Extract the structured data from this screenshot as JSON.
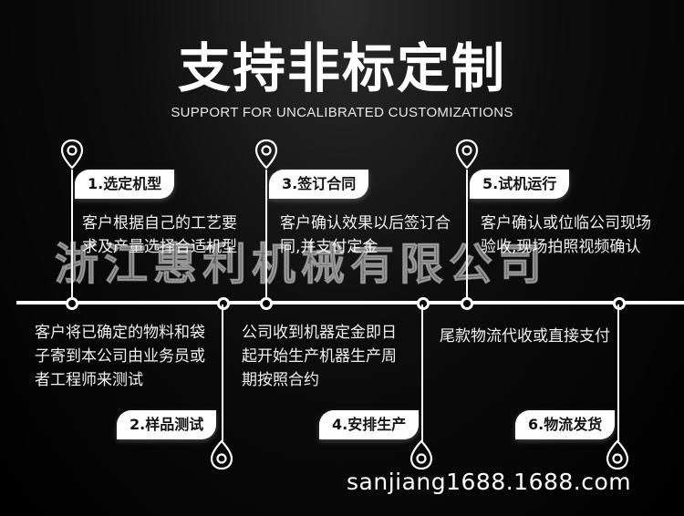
{
  "header": {
    "title": "支持非标定制",
    "subtitle": "SUPPORT FOR UNCALIBRATED CUSTOMIZATIONS"
  },
  "steps_top": [
    {
      "label": "1.选定机型",
      "desc": "客户根据自己的工艺要求及产量选择合适机型"
    },
    {
      "label": "3.签订合同",
      "desc": "客户确认效果以后签订合同,并支付定金"
    },
    {
      "label": "5.试机运行",
      "desc": "客户确认或位临公司现场验收,现场拍照视频确认"
    }
  ],
  "steps_bottom": [
    {
      "label": "2.样品测试",
      "desc": "客户将已确定的物料和袋子寄到本公司由业务员或者工程师来测试"
    },
    {
      "label": "4.安排生产",
      "desc": "公司收到机器定金即日起开始生产机器生产周期按照合约"
    },
    {
      "label": "6.物流发货",
      "desc": "尾款物流代收或直接支付"
    }
  ],
  "watermark": "浙江惠利机械有限公司",
  "footer": "sanjiang1688.1688.com",
  "colors": {
    "background": "#000000",
    "foreground": "#ffffff"
  }
}
